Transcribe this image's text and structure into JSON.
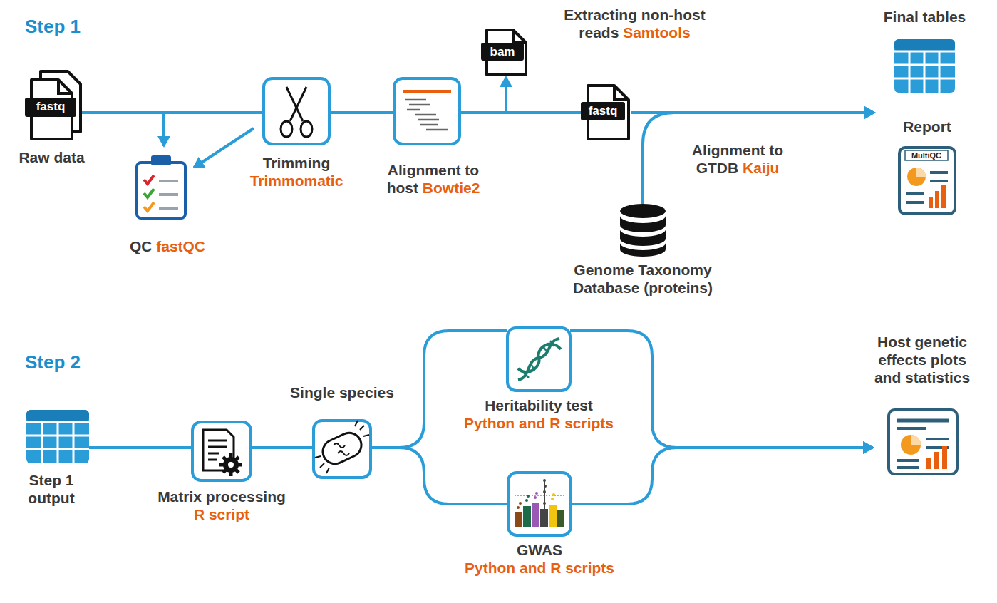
{
  "diagram": {
    "nodes": [
      {
        "text": [
          "fastq",
          "Raw data"
        ]
      },
      {
        "text": [
          "QC",
          "fastQC"
        ]
      },
      {
        "text": [
          "Trimming",
          "Trimmomatic"
        ]
      },
      {
        "text": [
          "Alignment to host",
          "Bowtie2"
        ]
      },
      {
        "text": [
          "bam"
        ]
      },
      {
        "text": [
          "fastq"
        ]
      },
      {
        "text": [
          "Genome Taxonomy Database (proteins)"
        ]
      },
      {
        "text": [
          "Final tables"
        ]
      },
      {
        "text": [
          "MultiQC",
          "Report"
        ]
      },
      {
        "text": [
          "Step 1 output"
        ]
      },
      {
        "text": [
          "Matrix processing",
          "R script"
        ]
      },
      {
        "text": [
          "Single species"
        ]
      },
      {
        "text": [
          "Heritability test",
          "Python and R scripts"
        ]
      },
      {
        "text": [
          "GWAS",
          "Python and R scripts"
        ]
      },
      {
        "text": [
          "Host genetic effects plots and statistics"
        ]
      }
    ],
    "edges": [
      {
        "from": 0,
        "to": 2,
        "arrow": "none"
      },
      {
        "from": 0,
        "to": 1,
        "arrow": "to"
      },
      {
        "from": 2,
        "to": 1,
        "arrow": "to"
      },
      {
        "from": 2,
        "to": 3,
        "arrow": "none"
      },
      {
        "from": 3,
        "to": 4,
        "arrow": "to"
      },
      {
        "from": 3,
        "to": 5,
        "arrow": "none"
      },
      {
        "from": 5,
        "to": 7,
        "arrow": "to"
      },
      {
        "from": 6,
        "to": 7,
        "arrow": "to"
      },
      {
        "from": 9,
        "to": 10,
        "arrow": "none"
      },
      {
        "from": 10,
        "to": 11,
        "arrow": "none"
      },
      {
        "from": 11,
        "to": 12,
        "arrow": "none"
      },
      {
        "from": 11,
        "to": 13,
        "arrow": "none"
      },
      {
        "from": 12,
        "to": 14,
        "arrow": "to"
      },
      {
        "from": 13,
        "to": 14,
        "arrow": "to"
      }
    ],
    "labels": [
      "Step 1",
      "Extracting non-host reads",
      "Samtools",
      "Alignment to GTDB",
      "Kaiju",
      "Step 2"
    ]
  }
}
